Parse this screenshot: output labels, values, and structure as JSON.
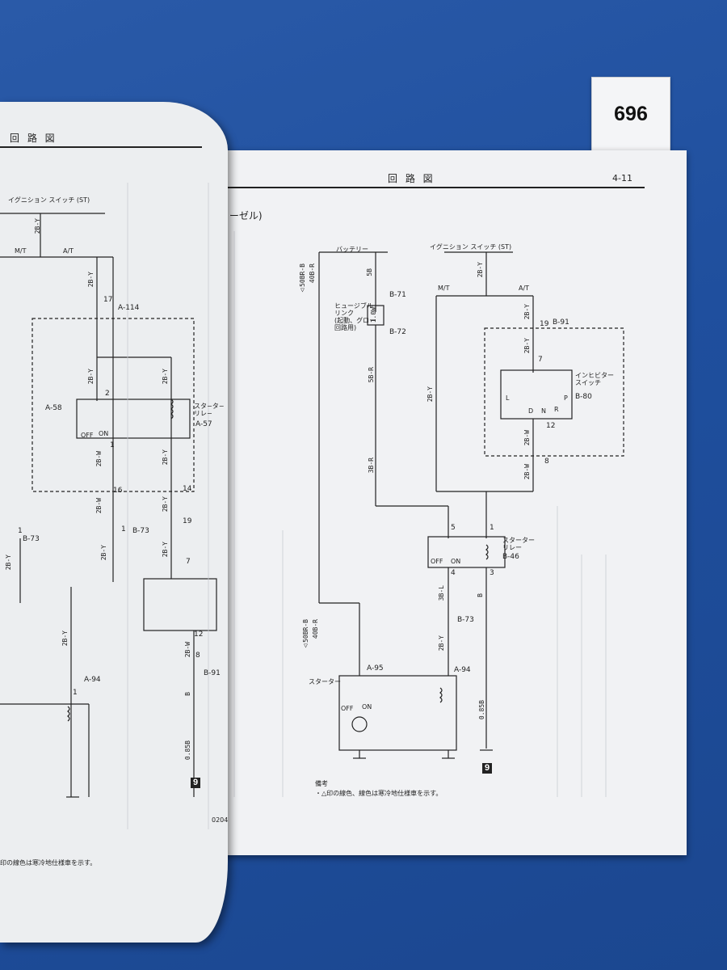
{
  "tag": {
    "number": "696"
  },
  "left_page": {
    "section_title": "回 路 図",
    "ign_switch": "イグニション スイッチ (ST)",
    "wire_2by": "2B-Y",
    "mt": "M/T",
    "at": "A/T",
    "pin17": "17",
    "conn_a114": "A-114",
    "pin2": "2",
    "conn_a58": "A-58",
    "starter_relay": "スタ−タ−\nリレ−",
    "conn_a57": "A-57",
    "off": "OFF",
    "on": "ON",
    "pin1": "1",
    "pin16": "16",
    "pin14": "14",
    "wire_2bw": "2B-W",
    "conn_b73": "B-73",
    "pin19": "19",
    "pin7": "7",
    "pin12": "12",
    "conn_a94": "A-94",
    "pin8": "8",
    "wire_b": "B",
    "conn_b91": "B-91",
    "wire_085b": "0.85B",
    "ground_badge": "9",
    "page_code": "0204",
    "footnote": "印の線色は寒冷地仕様車を示す。"
  },
  "right_page": {
    "section_title": "回 路 図",
    "page_number": "4-11",
    "diesel": "(ディーゼル)",
    "battery": "バッテリー",
    "ign_switch": "イグニション スイッチ (ST)",
    "wire_50brb": "△50BR-B",
    "wire_40brr": "40B-R",
    "wire_5b": "5B",
    "conn_b71": "B-71",
    "fusible_link": "ヒュージブル\nリンク\n(起動、グロー\n回路用)",
    "fuse_value": "1.0W",
    "conn_b72": "B-72",
    "wire_5br": "5B-R",
    "mt": "M/T",
    "at": "A/T",
    "wire_2by": "2B-Y",
    "pin19": "19",
    "conn_b91": "B-91",
    "pin7": "7",
    "inhibitor_switch": "インヒビター\nスイッチ",
    "conn_b80": "B-80",
    "pos_l": "L",
    "pos_d": "D",
    "pos_n": "N",
    "pos_r": "R",
    "pos_p": "P",
    "pin12": "12",
    "wire_2bw": "2B-W",
    "pin8": "8",
    "wire_3br": "3B-R",
    "pin5": "5",
    "pin1": "1",
    "starter_relay": "スターター\nリレー",
    "conn_b46": "B-46",
    "off": "OFF",
    "on": "ON",
    "pin4": "4",
    "pin3": "3",
    "wire_3bl": "3B-L",
    "wire_b": "B",
    "conn_b73": "B-73",
    "conn_a95": "A-95",
    "conn_a94": "A-94",
    "starter": "スターター",
    "wire_085b": "0.85B",
    "ground_badge": "9",
    "note_title": "備考",
    "note_text": "・△印の線色、線色は寒冷地仕様車を示す。"
  }
}
